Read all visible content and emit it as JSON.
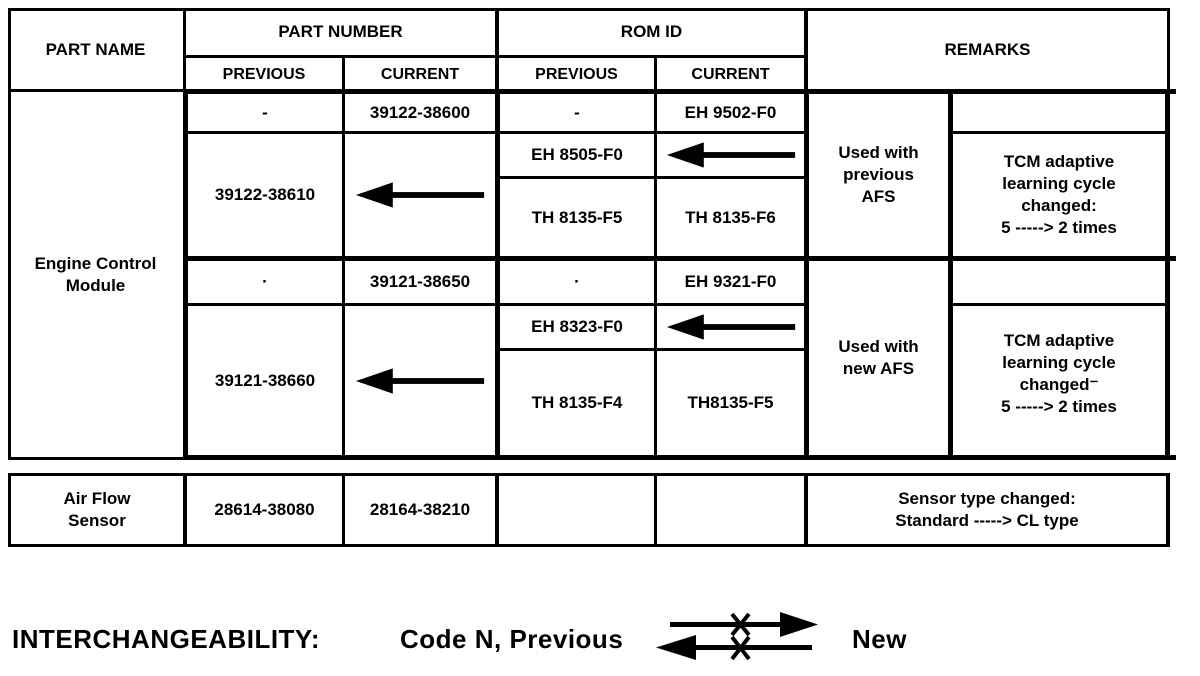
{
  "colors": {
    "ink": "#000000",
    "background": "#ffffff"
  },
  "icons": {
    "table_arrow": "left-arrow",
    "legend_arrow": "interchange-crossed-arrows"
  },
  "table": {
    "header": {
      "part_name": "PART NAME",
      "part_number": "PART NUMBER",
      "rom_id": "ROM ID",
      "remarks": "REMARKS",
      "pn_previous": "PREVIOUS",
      "pn_current": "CURRENT",
      "rom_previous": "PREVIOUS",
      "rom_current": "CURRENT"
    },
    "ecm": {
      "name": [
        "Engine Control",
        "Module"
      ],
      "row1": {
        "pn_prev": "-",
        "pn_curr": "39122-38600",
        "rom_prev": "-",
        "rom_curr": "EH 9502-F0"
      },
      "block1": {
        "pn_prev": "39122-38610",
        "rom_a_prev": "EH 8505-F0",
        "rom_b_prev": "TH 8135-F5",
        "rom_b_curr": "TH 8135-F6"
      },
      "row2": {
        "pn_prev": "·",
        "pn_curr": "39121-38650",
        "rom_prev": "·",
        "rom_curr": "EH 9321-F0"
      },
      "block2": {
        "pn_prev": "39121-38660",
        "rom_a_prev": "EH 8323-F0",
        "rom_b_prev": "TH 8135-F4",
        "rom_b_curr": "TH8135-F5"
      },
      "remarks": {
        "block1_left": [
          "Used with",
          "previous",
          "AFS"
        ],
        "block1_right": [
          "TCM adaptive",
          "learning cycle",
          "changed:",
          "5 -----> 2 times"
        ],
        "block2_left": [
          "Used with",
          "new AFS"
        ],
        "block2_right": [
          "TCM adaptive",
          "learning cycle",
          "changed⁻",
          "5 -----> 2 times"
        ]
      }
    },
    "afs": {
      "name": [
        "Air Flow",
        "Sensor"
      ],
      "pn_prev": "28614-38080",
      "pn_curr": "28164-38210",
      "remarks": [
        "Sensor type changed:",
        "Standard -----> CL type"
      ]
    }
  },
  "legend": {
    "title": "INTERCHANGEABILITY:",
    "code": "Code N, Previous",
    "new_label": "New"
  }
}
